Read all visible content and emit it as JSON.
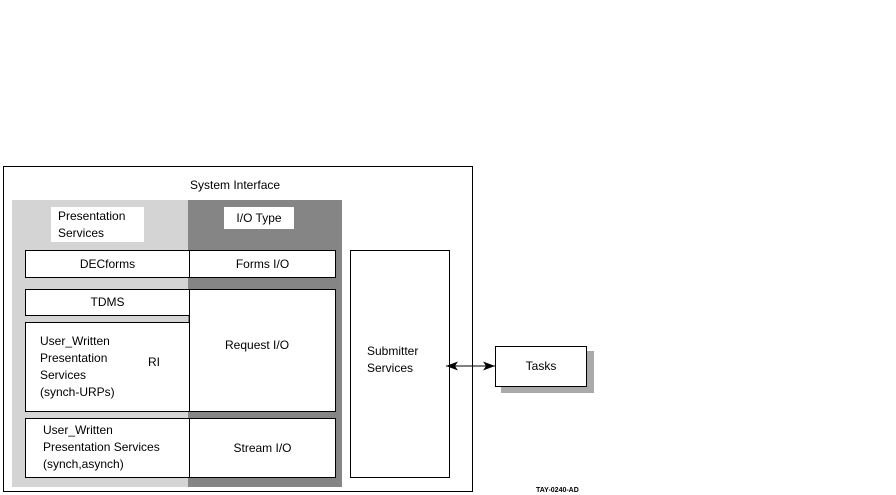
{
  "diagram": {
    "system_interface": "System Interface",
    "presentation_services": "Presentation\nServices",
    "io_type": "I/O Type",
    "decforms": "DECforms",
    "forms_io": "Forms I/O",
    "tdms": "TDMS",
    "user_written_urp": "User_Written\nPresentation\nServices\n(synch-URPs)",
    "ri": "RI",
    "request_io": "Request I/O",
    "user_written_async": "User_Written\nPresentation Services\n(synch,asynch)",
    "stream_io": "Stream I/O",
    "submitter_services": "Submitter\nServices",
    "tasks": "Tasks",
    "figure_code": "TAY-0240-AD"
  },
  "colors": {
    "light_panel": "#d4d4d4",
    "dark_panel": "#858585",
    "shadow": "#aaaaaa"
  }
}
